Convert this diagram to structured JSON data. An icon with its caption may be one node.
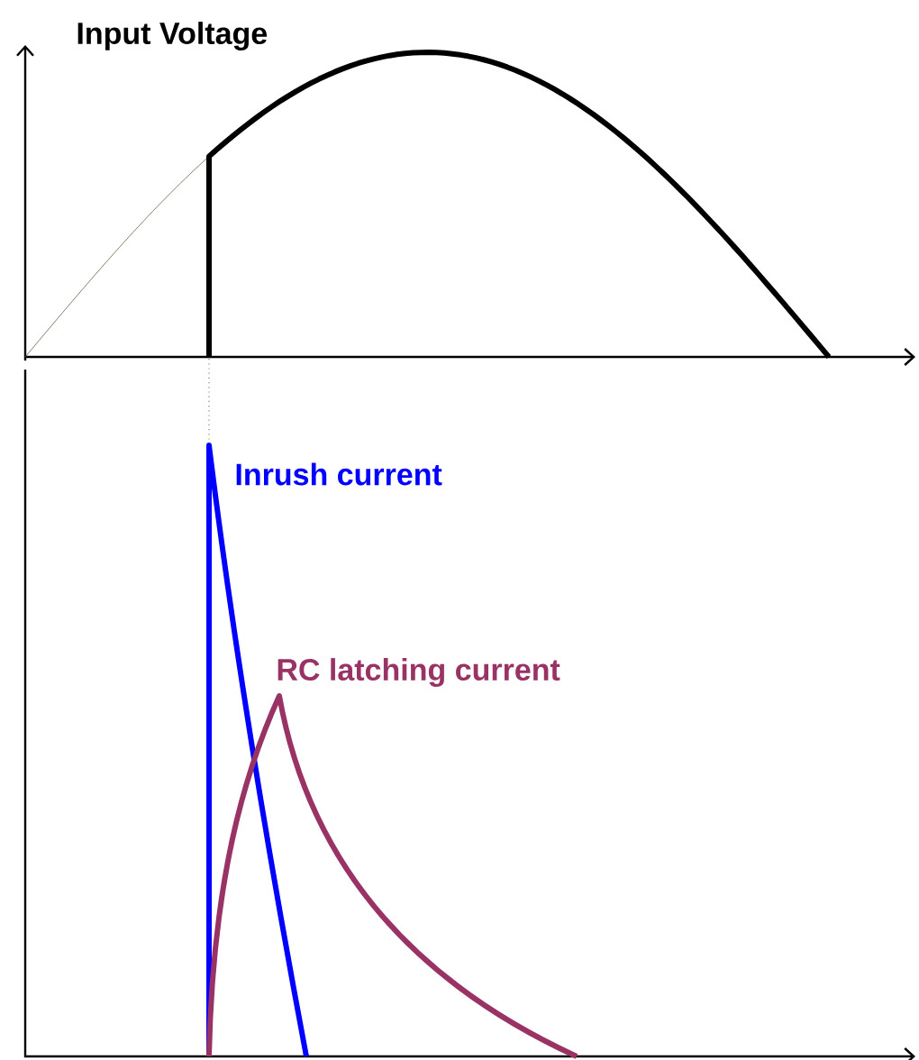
{
  "diagram": {
    "labels": [
      "Input Voltage",
      "Inrush current",
      "RC latching current"
    ]
  }
}
